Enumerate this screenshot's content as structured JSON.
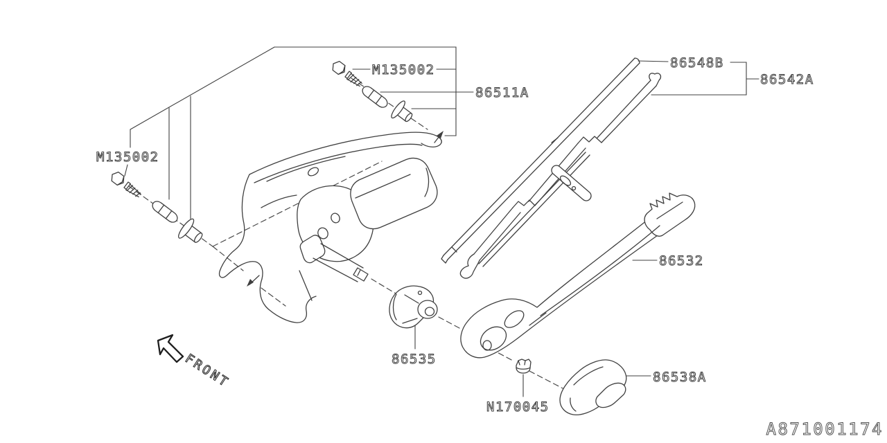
{
  "diagram": {
    "title_hint": "rear wiper assembly exploded parts diagram",
    "background_color": "#ffffff",
    "line_color": "#3f3f3f",
    "drawing_number": "A871001174",
    "front_indicator": "FRONT",
    "part_labels": [
      {
        "part_number": "M135002"
      },
      {
        "part_number": "86511A"
      },
      {
        "part_number": "86548B"
      },
      {
        "part_number": "86542A"
      },
      {
        "part_number": "M135002"
      },
      {
        "part_number": "86532"
      },
      {
        "part_number": "86535"
      },
      {
        "part_number": "N170045"
      },
      {
        "part_number": "86538A"
      }
    ]
  }
}
